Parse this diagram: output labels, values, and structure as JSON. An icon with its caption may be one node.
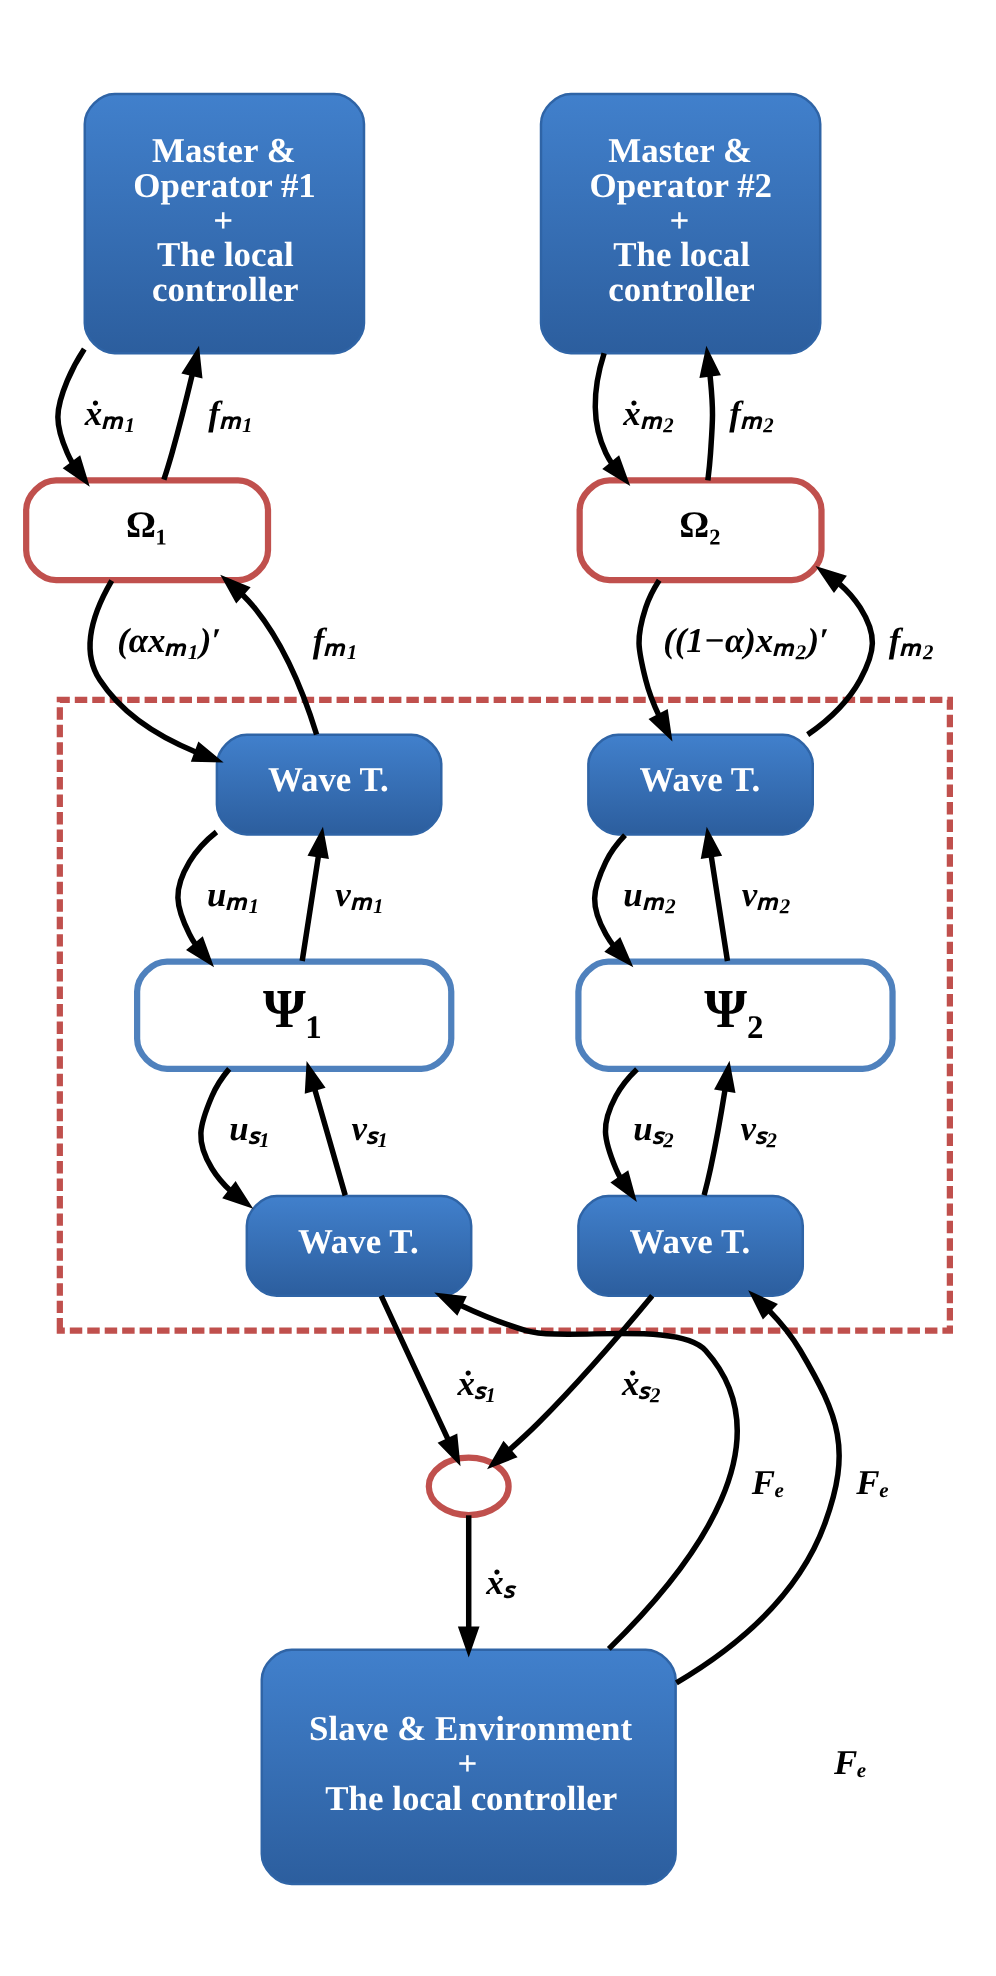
{
  "diagram": {
    "nodes": [
      {
        "text": [
          "Master & Operator #1",
          "+",
          "The local controller"
        ]
      },
      {
        "text": [
          "Master & Operator #2",
          "+",
          "The local controller"
        ]
      },
      {
        "text": [
          "Ω₁"
        ]
      },
      {
        "text": [
          "Ω₂"
        ]
      },
      {
        "text": [],
        "shape": "box"
      },
      {
        "text": [
          "Wave T."
        ],
        "in": 4
      },
      {
        "text": [
          "Wave T."
        ],
        "in": 4
      },
      {
        "text": [
          "Ψ₁"
        ],
        "in": 4
      },
      {
        "text": [
          "Ψ₂"
        ],
        "in": 4
      },
      {
        "text": [
          "Wave T."
        ],
        "in": 4
      },
      {
        "text": [
          "Wave T."
        ],
        "in": 4
      },
      {
        "text": [],
        "shape": "circle"
      },
      {
        "text": [
          "Slave & Environment",
          "+",
          "The local controller"
        ]
      }
    ],
    "edges": [
      {
        "from": 0,
        "to": 2,
        "arrow": "to",
        "label": "ẋₘ₁"
      },
      {
        "from": 2,
        "to": 0,
        "arrow": "to",
        "label": "fₘ₁"
      },
      {
        "from": 1,
        "to": 3,
        "arrow": "to",
        "label": "ẋₘ₂"
      },
      {
        "from": 3,
        "to": 1,
        "arrow": "to",
        "label": "fₘ₂"
      },
      {
        "from": 2,
        "to": 5,
        "arrow": "to",
        "label": "(αxₘ₁)′"
      },
      {
        "from": 5,
        "to": 2,
        "arrow": "to",
        "label": "fₘ₁"
      },
      {
        "from": 3,
        "to": 6,
        "arrow": "to",
        "label": "((1−α)xₘ₂)′"
      },
      {
        "from": 6,
        "to": 3,
        "arrow": "to",
        "label": "fₘ₂"
      },
      {
        "from": 5,
        "to": 7,
        "arrow": "to",
        "label": "uₘ₁"
      },
      {
        "from": 7,
        "to": 5,
        "arrow": "to",
        "label": "vₘ₁"
      },
      {
        "from": 6,
        "to": 8,
        "arrow": "to",
        "label": "uₘ₂"
      },
      {
        "from": 8,
        "to": 6,
        "arrow": "to",
        "label": "vₘ₂"
      },
      {
        "from": 7,
        "to": 9,
        "arrow": "to",
        "label": "uₛ₁"
      },
      {
        "from": 9,
        "to": 7,
        "arrow": "to",
        "label": "vₛ₁"
      },
      {
        "from": 8,
        "to": 10,
        "arrow": "to",
        "label": "uₛ₂"
      },
      {
        "from": 10,
        "to": 8,
        "arrow": "to",
        "label": "vₛ₂"
      },
      {
        "from": 9,
        "to": 11,
        "arrow": "to",
        "label": "ẋₛ₁"
      },
      {
        "from": 10,
        "to": 11,
        "arrow": "to",
        "label": "ẋₛ₂"
      },
      {
        "from": 11,
        "to": 12,
        "arrow": "to",
        "label": "ẋₛ"
      },
      {
        "from": 12,
        "to": 9,
        "arrow": "to",
        "label": "Fₑ"
      },
      {
        "from": 12,
        "to": 10,
        "arrow": "to",
        "label": "Fₑ"
      }
    ],
    "labels": [
      "Fₑ"
    ]
  }
}
